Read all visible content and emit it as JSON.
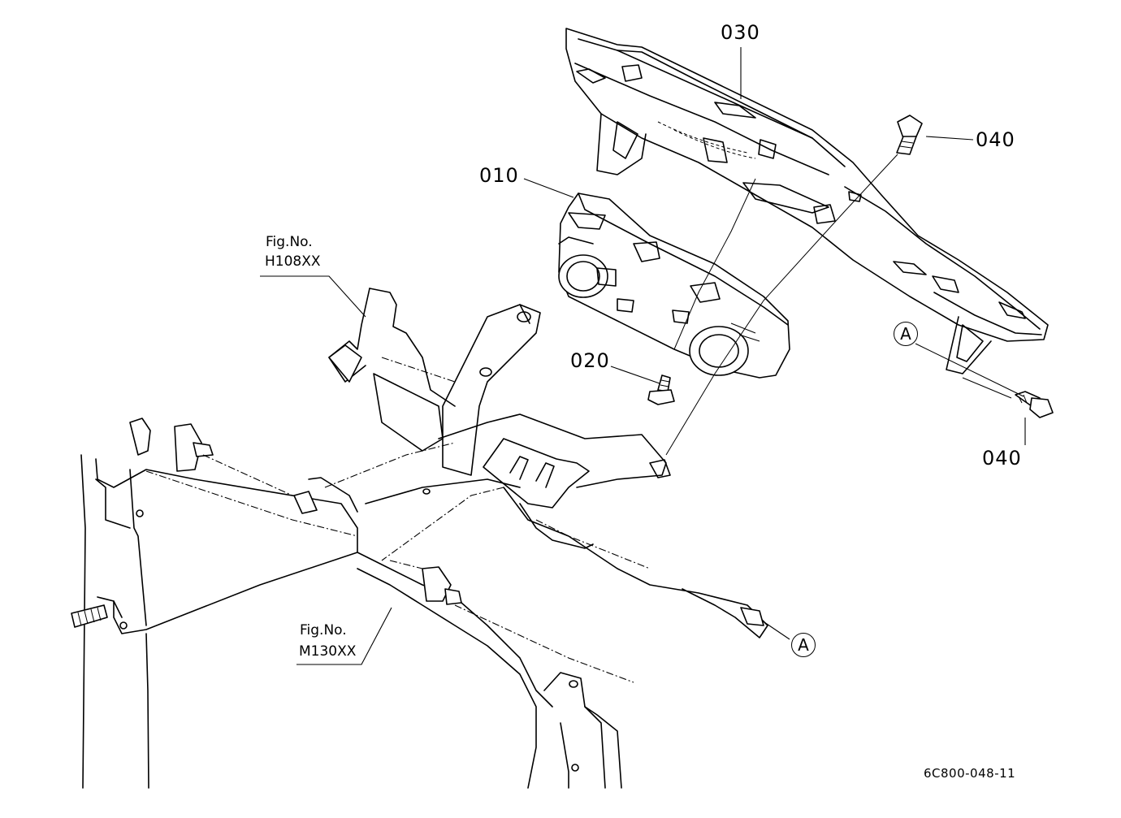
{
  "parts": {
    "p030": "030",
    "p040_top": "040",
    "p010": "010",
    "p020": "020",
    "p040_bottom": "040"
  },
  "references": {
    "fig1_title": "Fig.No.",
    "fig1_code": "H108XX",
    "fig2_title": "Fig.No.",
    "fig2_code": "M130XX"
  },
  "callouts": {
    "a_right": "A",
    "a_bottom": "A"
  },
  "drawing_code": "6C800-048-11",
  "icons": [
    "circle-callout-icon"
  ]
}
